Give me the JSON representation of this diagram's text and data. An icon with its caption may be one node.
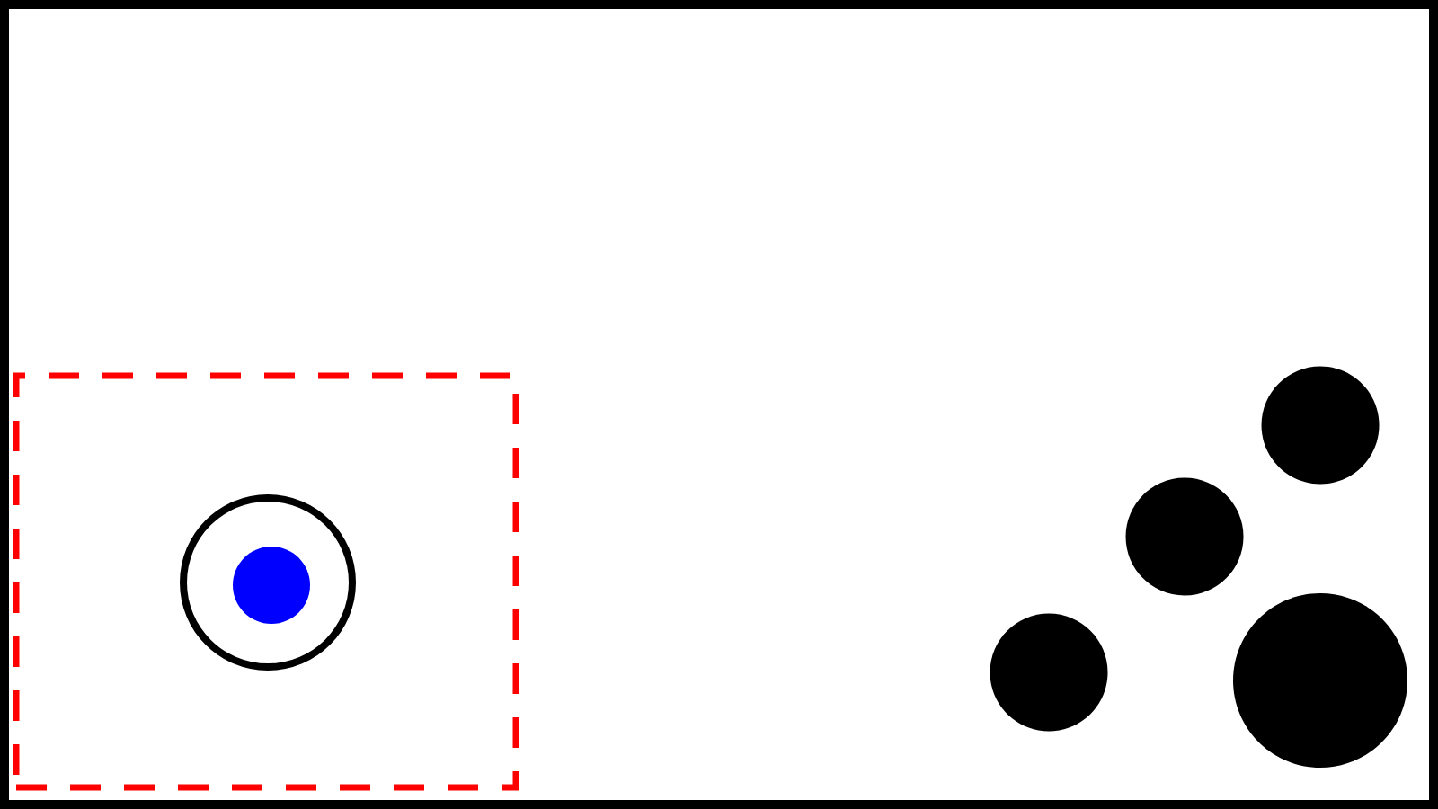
{
  "diagram": {
    "nodes": [
      {
        "text": [],
        "shape": "box"
      },
      {
        "text": [],
        "shape": "circle",
        "in": 0
      },
      {
        "text": [],
        "shape": "circle",
        "in": 1
      },
      {
        "text": [],
        "shape": "circle"
      },
      {
        "text": [],
        "shape": "circle"
      },
      {
        "text": [],
        "shape": "circle"
      },
      {
        "text": [],
        "shape": "circle"
      }
    ]
  }
}
